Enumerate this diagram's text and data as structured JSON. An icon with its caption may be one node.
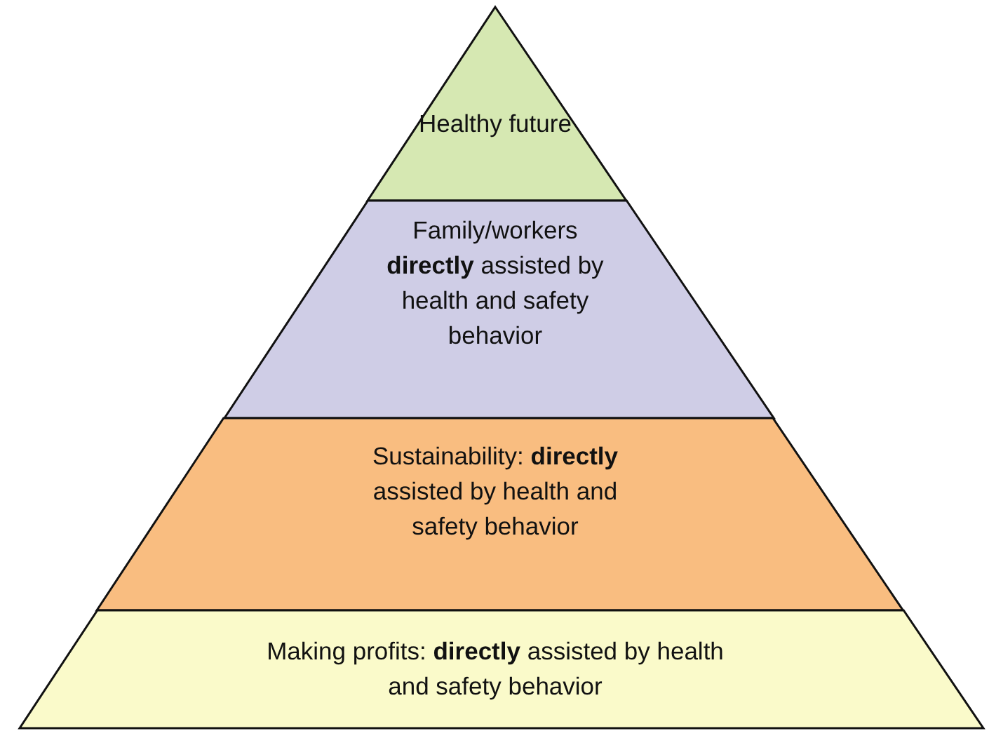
{
  "diagram": {
    "nodes": [
      {
        "text": [
          "Healthy future"
        ]
      },
      {
        "text": [
          "Family/workers **directly** assisted by health and safety behavior"
        ]
      },
      {
        "text": [
          "Sustainability: **directly** assisted by health and safety behavior"
        ]
      },
      {
        "text": [
          "Making profits: **directly** assisted by health and safety behavior"
        ]
      }
    ]
  }
}
